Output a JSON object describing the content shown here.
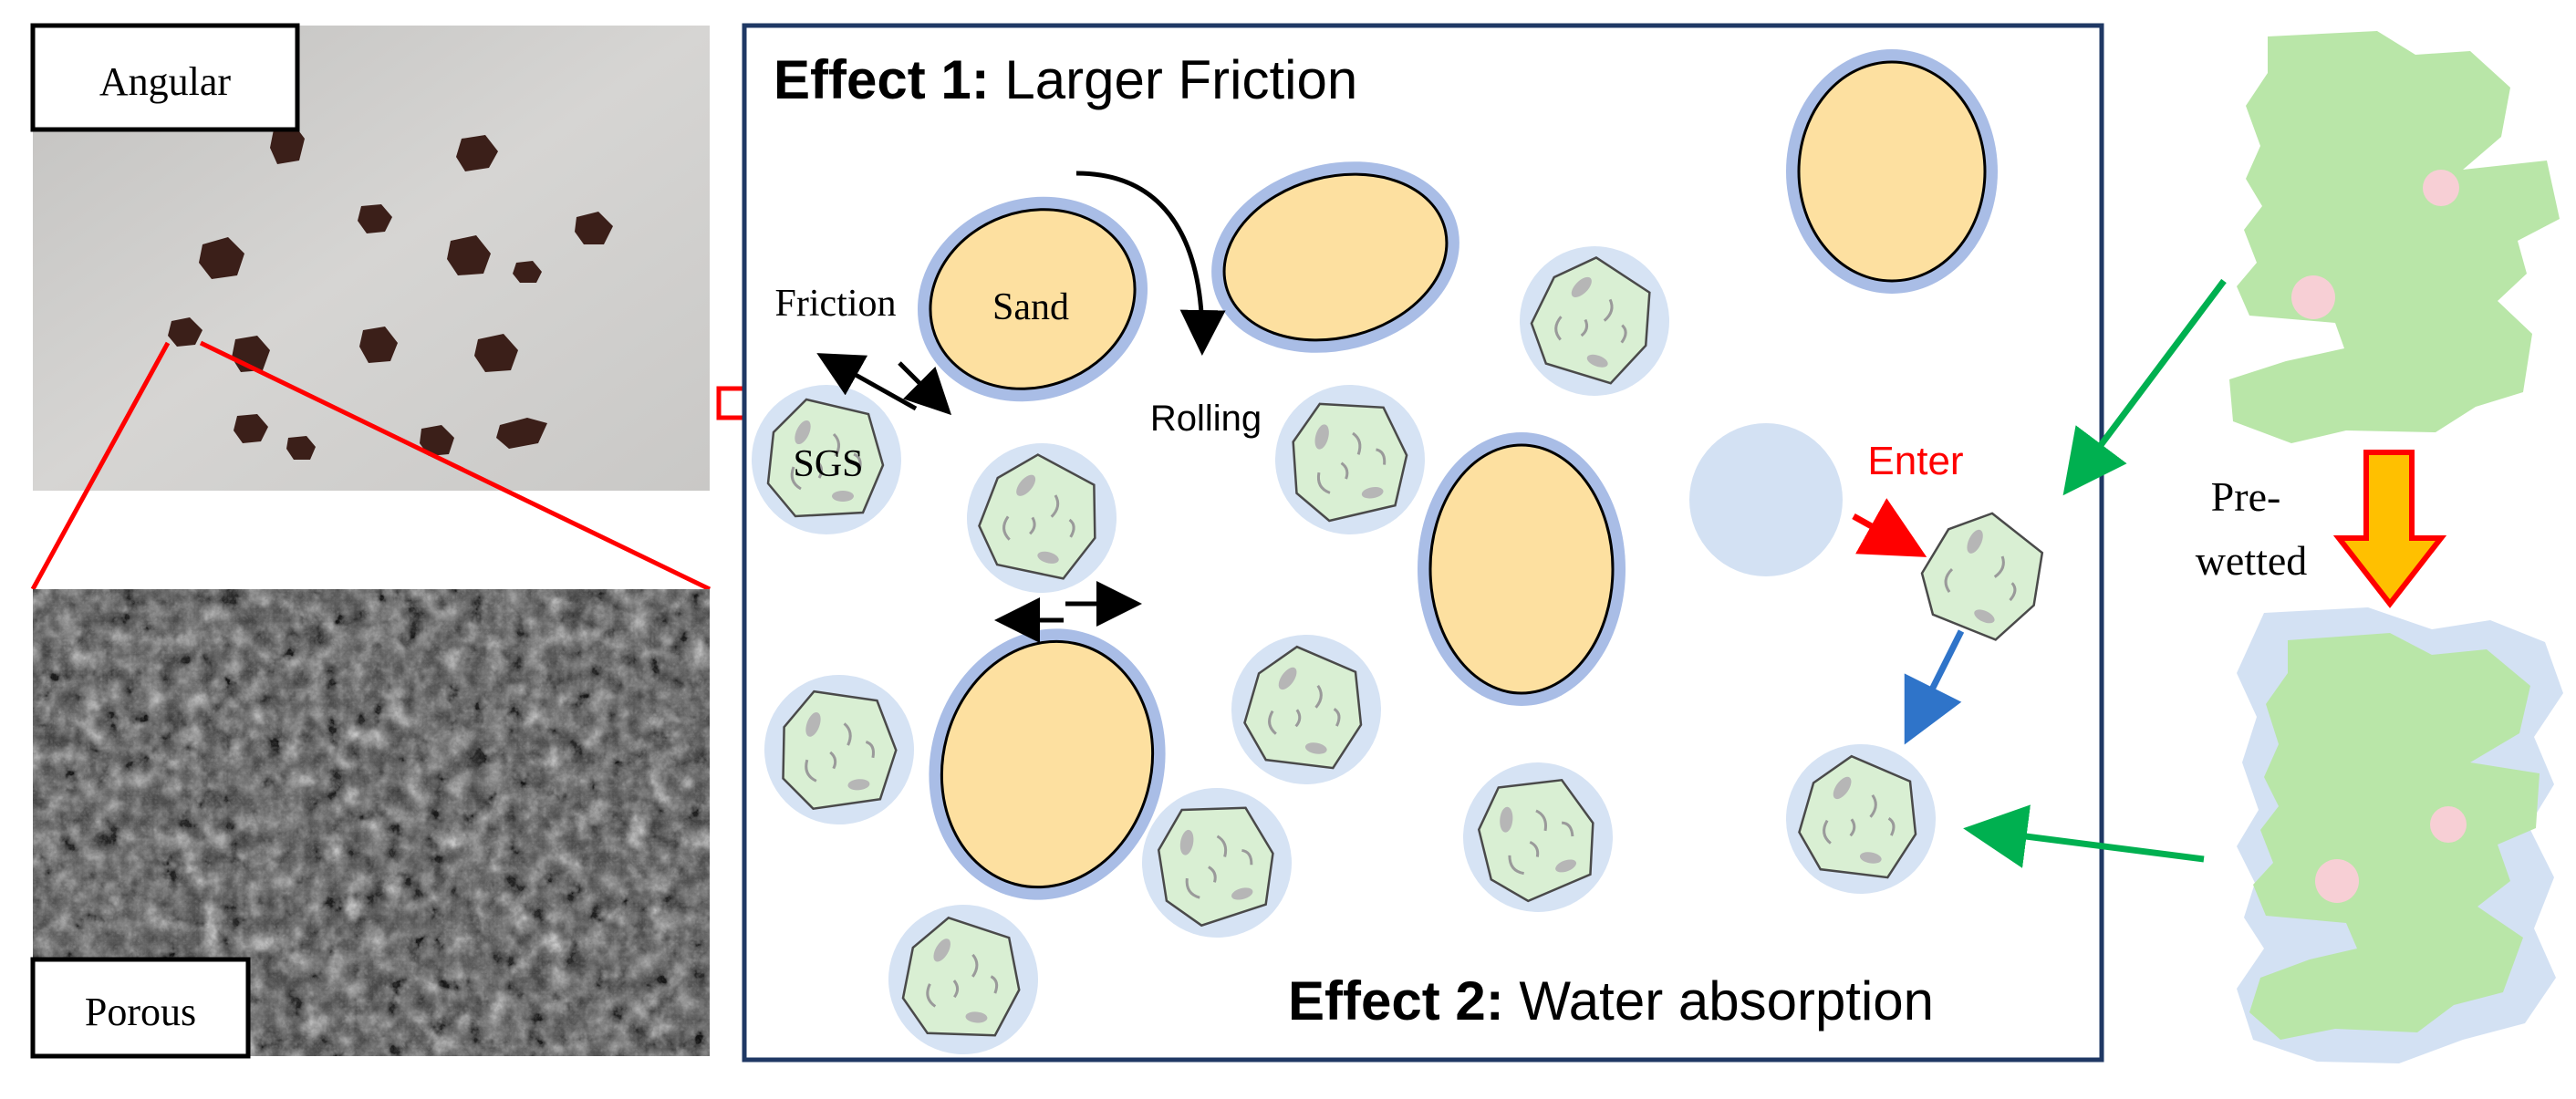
{
  "labels": {
    "angular": "Angular",
    "porous": "Porous",
    "effect1_prefix": "Effect 1:",
    "effect1_text": " Larger Friction",
    "effect2_prefix": "Effect 2:",
    "effect2_text": " Water absorption",
    "friction": "Friction",
    "sand": "Sand",
    "rolling": "Rolling",
    "sgs": "SGS",
    "enter": "Enter",
    "prewetted_line1": "Pre-",
    "prewetted_line2": "wetted"
  },
  "colors": {
    "frame": "#1f3864",
    "sand_fill": "#fde0a0",
    "sand_ring": "#a9bde6",
    "sgs_fill": "#d9efd3",
    "sgs_halo": "#d6e3f4",
    "water": "#d3e1f3",
    "sponge": "#b9e6a8",
    "pore": "#f7cfd5",
    "red": "#ff0000",
    "green": "#00b050",
    "blue": "#2f74c9",
    "orange": "#ffc000",
    "photo_bg": "#c9c8c6",
    "sem_dark": "#3a3a3a"
  },
  "icons": {
    "hollow_arrow": "hollow-right-arrow-icon",
    "block_arrow": "down-block-arrow-icon"
  }
}
